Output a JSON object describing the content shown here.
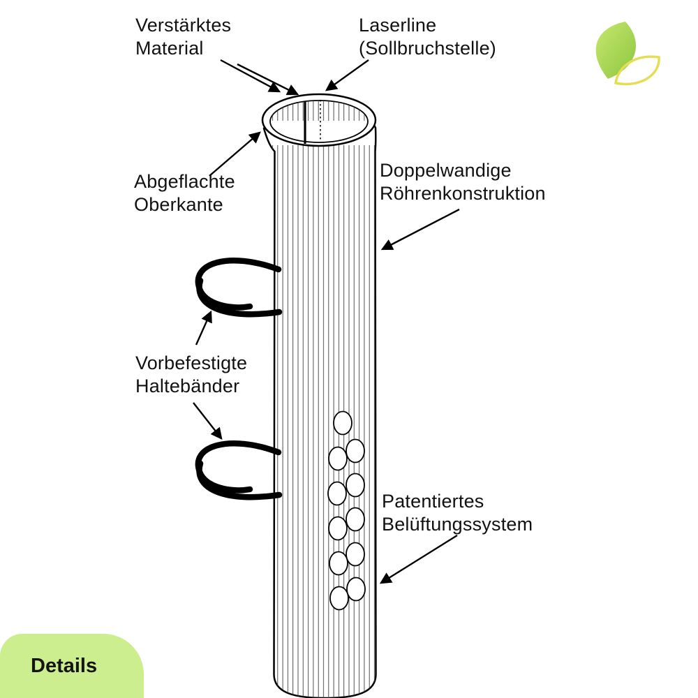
{
  "labels": {
    "reinforced_material": "Verstärktes\nMaterial",
    "laserline": "Laserline\n(Sollbruchstelle)",
    "flattened_top_edge": "Abgeflachte\nOberkante",
    "double_wall": "Doppelwandige\nRöhrenkonstruktion",
    "straps": "Vorbefestigte\nHaltebänder",
    "ventilation": "Patentiertes\nBelüftungssystem"
  },
  "badge": {
    "label": "Details"
  },
  "logo": {
    "name": "leaf-logo"
  },
  "colors": {
    "leaf_green_light": "#c6e86f",
    "leaf_green": "#8dc63f",
    "leaf_yellow": "#e5de55",
    "badge_bg": "#cdee8e",
    "line": "#000000"
  }
}
